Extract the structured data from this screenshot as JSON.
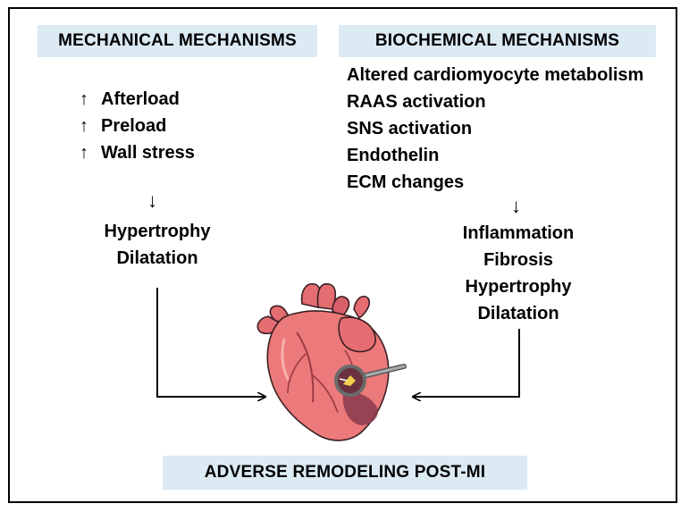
{
  "mechanical": {
    "title": "MECHANICAL MECHANISMS",
    "items": [
      {
        "arrow": "↑",
        "label": "Afterload"
      },
      {
        "arrow": "↑",
        "label": "Preload"
      },
      {
        "arrow": "↑",
        "label": "Wall stress"
      }
    ],
    "down_arrow": "↓",
    "outcomes": [
      "Hypertrophy",
      "Dilatation"
    ]
  },
  "biochemical": {
    "title": "BIOCHEMICAL MECHANISMS",
    "items": [
      "Altered cardiomyocyte metabolism",
      "RAAS activation",
      "SNS activation",
      "Endothelin",
      "ECM changes"
    ],
    "down_arrow": "↓",
    "outcomes": [
      "Inflammation",
      "Fibrosis",
      "Hypertrophy",
      "Dilatation"
    ]
  },
  "result": {
    "title": "ADVERSE REMODELING POST-MI"
  },
  "colors": {
    "banner": "#dbeaf3",
    "heart": "#ec7a7a",
    "heart_dark": "#c94f55",
    "infarct": "#8a3a4e"
  },
  "icons": {
    "heart": "heart-illustration-icon",
    "magnifier": "magnifying-glass-icon"
  }
}
